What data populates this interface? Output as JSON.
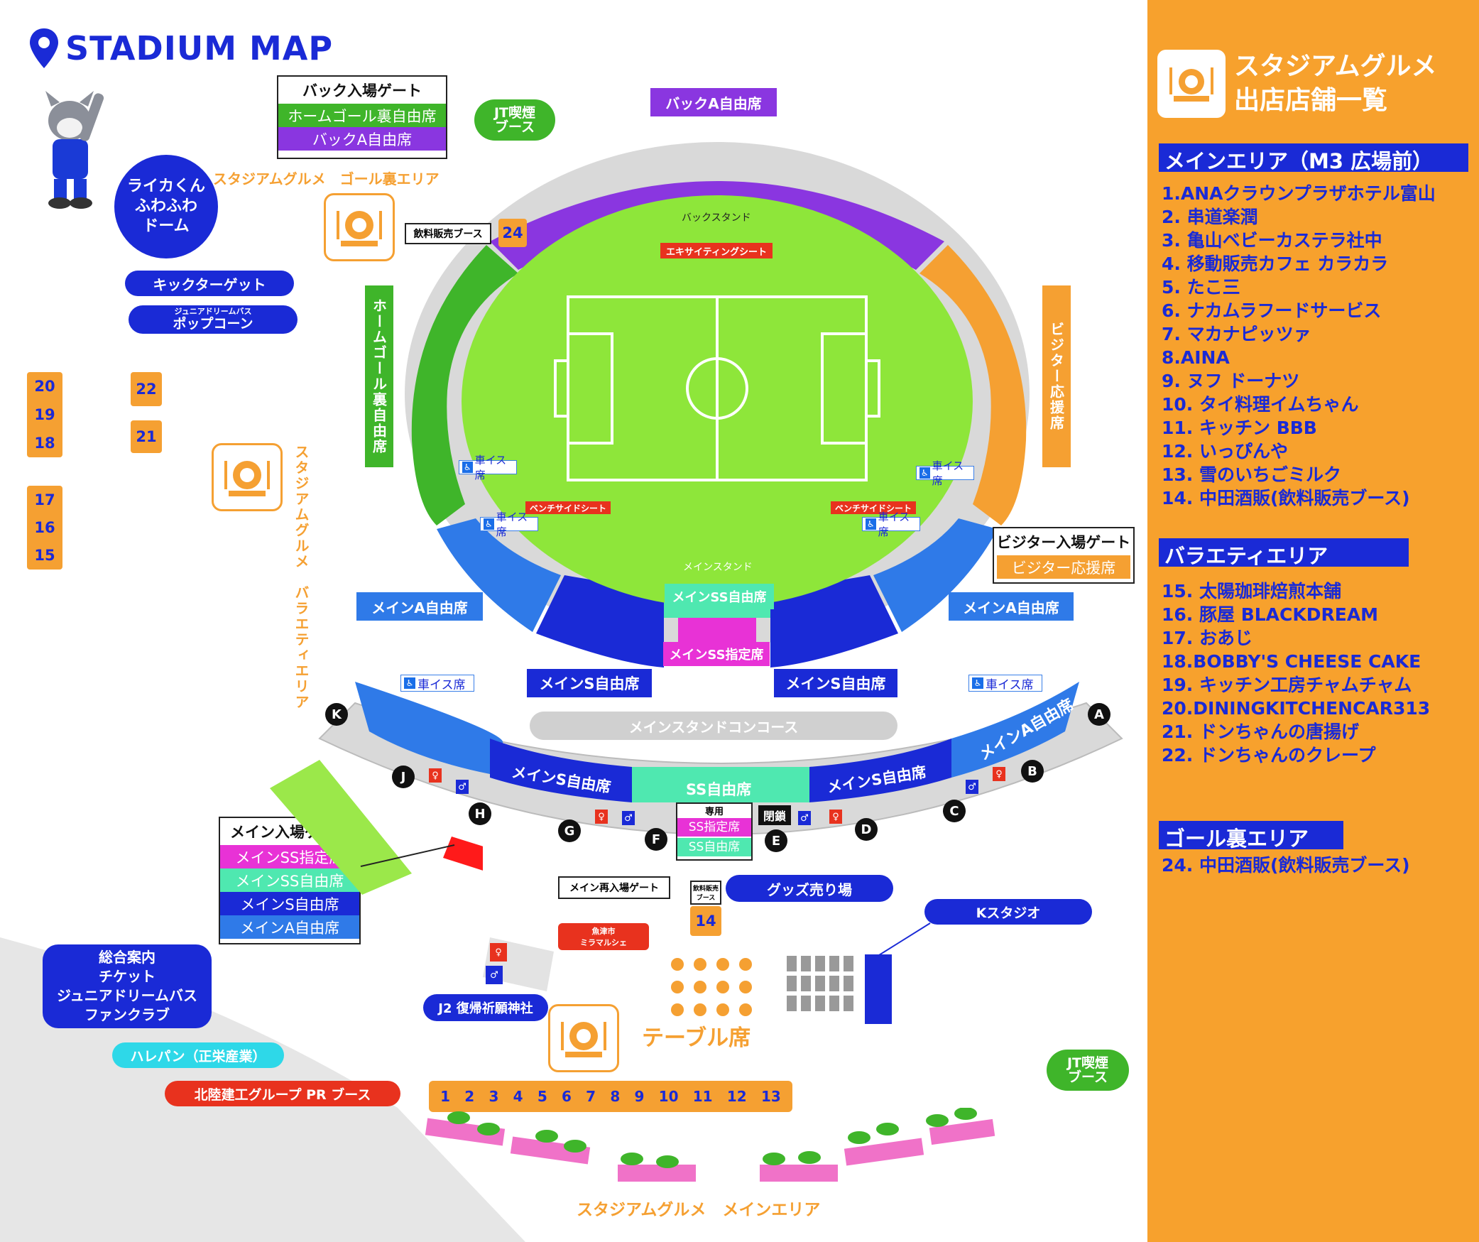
{
  "map_title": "STADIUM MAP",
  "mascot_dome": "ライカくん\nふわふわ\nドーム",
  "kick_target": "キックターゲット",
  "popcorn_small": "ジュニアドリームバス",
  "popcorn": "ポップコーン",
  "left_numbers_a": [
    "20",
    "19",
    "18"
  ],
  "left_numbers_b": [
    "17",
    "16",
    "15"
  ],
  "num_22": "22",
  "num_21": "21",
  "gourmet_goal_label": "スタジアムグルメ　ゴール裏エリア",
  "gourmet_variety_label": "スタジアムグルメ　バラエティエリア",
  "gourmet_main_label": "スタジアムグルメ　メインエリア",
  "back_gate": {
    "title": "バック入場ゲート",
    "rows": [
      "ホームゴール裏自由席",
      "バックA自由席"
    ]
  },
  "visitor_gate": {
    "title": "ビジター入場ゲート",
    "rows": [
      "ビジター応援席"
    ]
  },
  "main_gate": {
    "title": "メイン入場ゲート",
    "rows": [
      "メインSS指定席",
      "メインSS自由席",
      "メインS自由席",
      "メインA自由席"
    ]
  },
  "jt_smoking": "JT喫煙\nブース",
  "drink_booth": "飲料販売ブース",
  "num_24": "24",
  "back_a_top": "バックA自由席",
  "back_stand": "バックスタンド",
  "exciting_seat": "エキサイティングシート",
  "home_goal": "ホームゴール裏自由席",
  "visitor_support": "ビジター応援席",
  "wheelchair": "車イス席",
  "bench_side": "ベンチサイドシート",
  "main_stand": "メインスタンド",
  "main_ss_free": "メインSS自由席",
  "main_ss_reserved": "メインSS指定席",
  "main_a_left": "メインA自由席",
  "main_a_right": "メインA自由席",
  "main_s_left": "メインS自由席",
  "main_s_right": "メインS自由席",
  "concourse": "メインスタンドコンコース",
  "concourse_seats": {
    "a_left": "メインA自由席",
    "s_left": "メインS自由席",
    "ss": "SS自由席",
    "s_right": "メインS自由席",
    "a_right": "メインA自由席"
  },
  "gate_letters": [
    "A",
    "B",
    "C",
    "D",
    "E",
    "F",
    "G",
    "H",
    "J",
    "K"
  ],
  "dedicated": "専用",
  "dedicated_rows": [
    "SS指定席",
    "SS自由席"
  ],
  "closed": "閉鎖",
  "reentry_gate": "メイン再入場ゲート",
  "drink_booth_small": "飲料販売\nブース",
  "num_14": "14",
  "goods": "グッズ売り場",
  "k_studio": "Kスタジオ",
  "uozu": "魚津市\nミラマルシェ",
  "info_center": "総合案内\nチケット\nジュニアドリームバス\nファンクラブ",
  "shrine": "J2 復帰祈願神社",
  "table_seats": "テーブル席",
  "harepan": "ハレパン（正栄産業）",
  "hokuriku": "北陸建工グループ PR ブース",
  "stall_numbers": [
    "1",
    "2",
    "3",
    "4",
    "5",
    "6",
    "7",
    "8",
    "9",
    "10",
    "11",
    "12",
    "13"
  ],
  "sidebar": {
    "title": "スタジアムグルメ\n出店店舗一覧",
    "main_area": "メインエリア（M3 広場前）",
    "main_list": [
      "1.ANAクラウンプラザホテル富山",
      "2. 串道楽潤",
      "3. 亀山ベビーカステラ社中",
      "4. 移動販売カフェ カラカラ",
      "5. たこ三",
      "6. ナカムラフードサービス",
      "7. マカナピッツァ",
      "8.AINA",
      "9. ヌフ ドーナツ",
      "10. タイ料理イムちゃん",
      "11. キッチン BBB",
      "12. いっぴんや",
      "13. 雪のいちごミルク",
      "14. 中田酒販(飲料販売ブース)"
    ],
    "variety_area": "バラエティエリア",
    "variety_list": [
      "15. 太陽珈琲焙煎本舗",
      "16. 豚屋 BLACKDREAM",
      "17. おあじ",
      "18.BOBBY'S CHEESE CAKE",
      "19. キッチン工房チャムチャム",
      "20.DININGKITCHENCAR313",
      "21. ドンちゃんの唐揚げ",
      "22. ドンちゃんのクレープ"
    ],
    "goal_area": "ゴール裏エリア",
    "goal_list": [
      "24. 中田酒販(飲料販売ブース)"
    ]
  },
  "colors": {
    "blue": "#1a2ad6",
    "orange": "#f5a032",
    "green": "#3fb52a",
    "purple": "#8a36e0",
    "pink": "#e832d6",
    "mint": "#4fe8b0"
  }
}
